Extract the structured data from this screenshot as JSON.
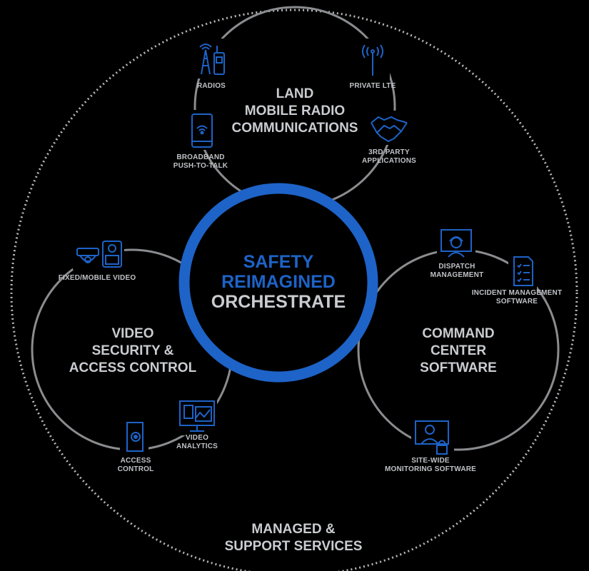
{
  "center": {
    "line1": "SAFETY",
    "line2": "REIMAGINED",
    "line3": "ORCHESTRATE"
  },
  "groups": {
    "lmr": "LAND\nMOBILE RADIO\nCOMMUNICATIONS",
    "video": "VIDEO\nSECURITY &\nACCESS CONTROL",
    "command": "COMMAND\nCENTER\nSOFTWARE",
    "managed": "MANAGED &\nSUPPORT SERVICES"
  },
  "items": {
    "radios": "RADIOS",
    "private_lte": "PRIVATE LTE",
    "broadband": "BROADBAND\nPUSH-TO-TALK",
    "third_party": "3RD PARTY\nAPPLICATIONS",
    "fixed_video": "FIXED/MOBILE VIDEO",
    "video_analytics": "VIDEO\nANALYTICS",
    "access_control": "ACCESS\nCONTROL",
    "dispatch": "DISPATCH\nMANAGEMENT",
    "incident": "INCIDENT MANAGEMENT\nSOFTWARE",
    "sitewide": "SITE-WIDE\nMONITORING SOFTWARE"
  },
  "colors": {
    "background": "#000000",
    "accent_blue": "#1e63c7",
    "ring_grey": "#8a8c8f",
    "text_grey": "#c9ccd0"
  }
}
